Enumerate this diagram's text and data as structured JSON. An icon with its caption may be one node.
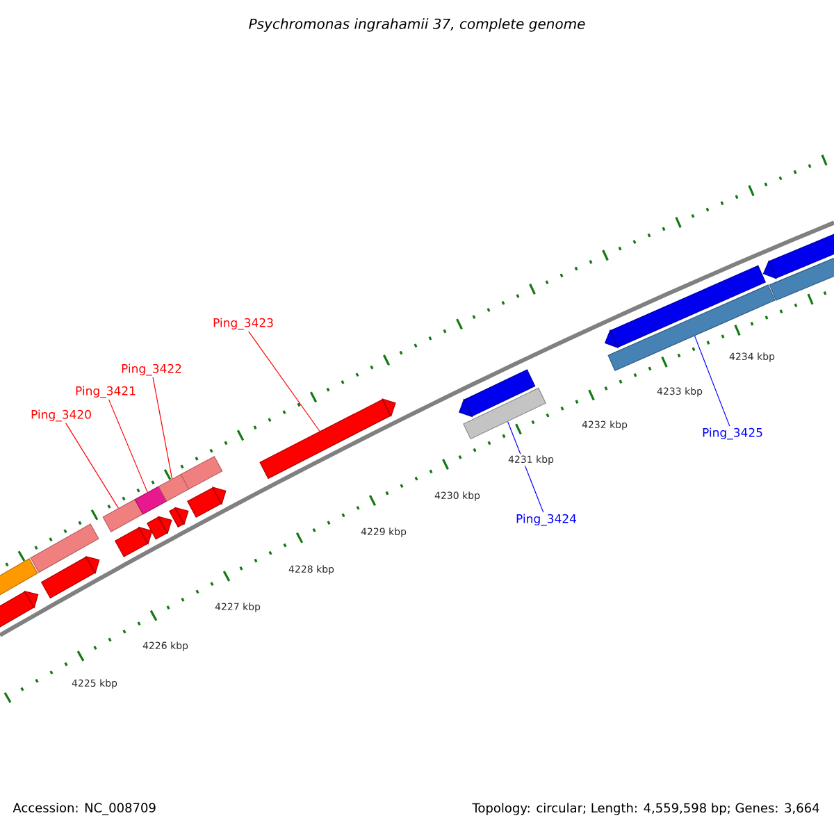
{
  "diagram": {
    "title": "Psychromonas ingrahamii 37, complete genome",
    "nodes": [
      {
        "text": [
          "Ping_3420"
        ]
      },
      {
        "text": [
          "Ping_3421"
        ]
      },
      {
        "text": [
          "Ping_3422"
        ]
      },
      {
        "text": [
          "Ping_3423"
        ]
      },
      {
        "text": [
          "Ping_3424"
        ]
      },
      {
        "text": [
          "Ping_3425"
        ]
      },
      {
        "text": [],
        "shape": "bar"
      },
      {
        "text": [],
        "shape": "bar"
      },
      {
        "text": [],
        "shape": "bar"
      },
      {
        "text": [],
        "shape": "bar"
      },
      {
        "text": [],
        "shape": "bar"
      },
      {
        "text": [],
        "shape": "bar"
      },
      {
        "text": [],
        "shape": "bar"
      },
      {
        "text": [],
        "shape": "bar"
      },
      {
        "text": [],
        "shape": "bar"
      },
      {
        "text": [],
        "shape": "bar"
      },
      {
        "text": [],
        "shape": "bar"
      },
      {
        "text": [],
        "shape": "bar"
      },
      {
        "text": [],
        "shape": "bar"
      },
      {
        "text": [],
        "shape": "bar"
      },
      {
        "text": [],
        "shape": "bar"
      },
      {
        "text": [],
        "shape": "bar"
      },
      {
        "text": [],
        "shape": "bar"
      },
      {
        "text": [],
        "shape": "bar"
      },
      {
        "text": [],
        "shape": "bar"
      }
    ],
    "edges": [
      {
        "from": 0,
        "to": 10,
        "arrow": "none",
        "color": "#ff0000"
      },
      {
        "from": 1,
        "to": 12,
        "arrow": "none",
        "color": "#ff0000"
      },
      {
        "from": 2,
        "to": 14,
        "arrow": "none",
        "color": "#ff0000"
      },
      {
        "from": 3,
        "to": 18,
        "arrow": "none",
        "color": "#ff0000"
      },
      {
        "from": 4,
        "to": 20,
        "arrow": "none",
        "color": "#0000ff"
      },
      {
        "from": 5,
        "to": 22,
        "arrow": "none",
        "color": "#0000ff"
      }
    ],
    "labels": [
      "4234 kbp",
      "4233 kbp",
      "4232 kbp",
      "4231 kbp",
      "4230 kbp",
      "4229 kbp",
      "4228 kbp",
      "4227 kbp",
      "4226 kbp",
      "4225 kbp",
      "Accession: NC_008709",
      "Topology: circular; Length: 4,559,598 bp; Genes: 3,664"
    ]
  }
}
